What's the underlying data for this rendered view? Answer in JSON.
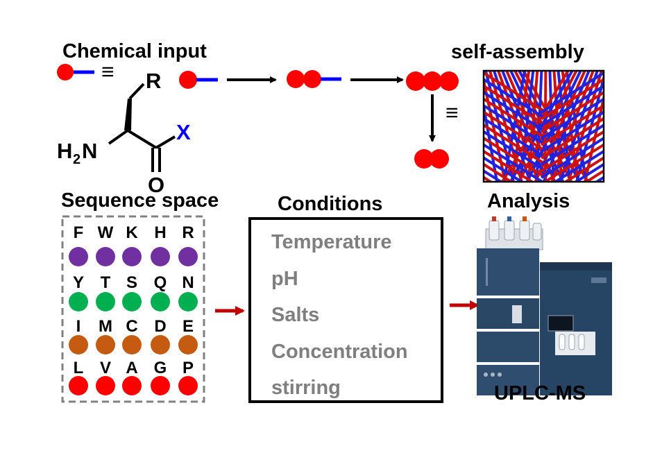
{
  "labels": {
    "chemical_input": "Chemical input",
    "self_assembly": "self-assembly",
    "sequence_space": "Sequence space",
    "conditions": "Conditions",
    "analysis": "Analysis",
    "instrument": "UPLC-MS"
  },
  "molecule": {
    "R": "R",
    "X": "X",
    "H": "H",
    "sub": "2",
    "N": "N",
    "O": "O",
    "equiv": "≡"
  },
  "sequence_rows": [
    {
      "letters": [
        "F",
        "W",
        "K",
        "H",
        "R"
      ],
      "color": "#7030a0"
    },
    {
      "letters": [
        "Y",
        "T",
        "S",
        "Q",
        "N"
      ],
      "color": "#00b050"
    },
    {
      "letters": [
        "I",
        "M",
        "C",
        "D",
        "E"
      ],
      "color": "#c55a11"
    },
    {
      "letters": [
        "L",
        "V",
        "A",
        "G",
        "P"
      ],
      "color": "#ff0000"
    }
  ],
  "conditions": [
    "Temperature",
    "pH",
    "Salts",
    "Concentration",
    "stirring"
  ],
  "colors": {
    "red": "#ff0000",
    "blue": "#0000ff",
    "arrow_dark_red": "#c00000",
    "condition_text": "#7f7f7f",
    "fiber_red": "#cc1111",
    "fiber_blue": "#2222dd"
  },
  "icons": {
    "equivalence": "triple-bar-glyph",
    "instrument": "uplc-ms-instrument-drawing"
  }
}
